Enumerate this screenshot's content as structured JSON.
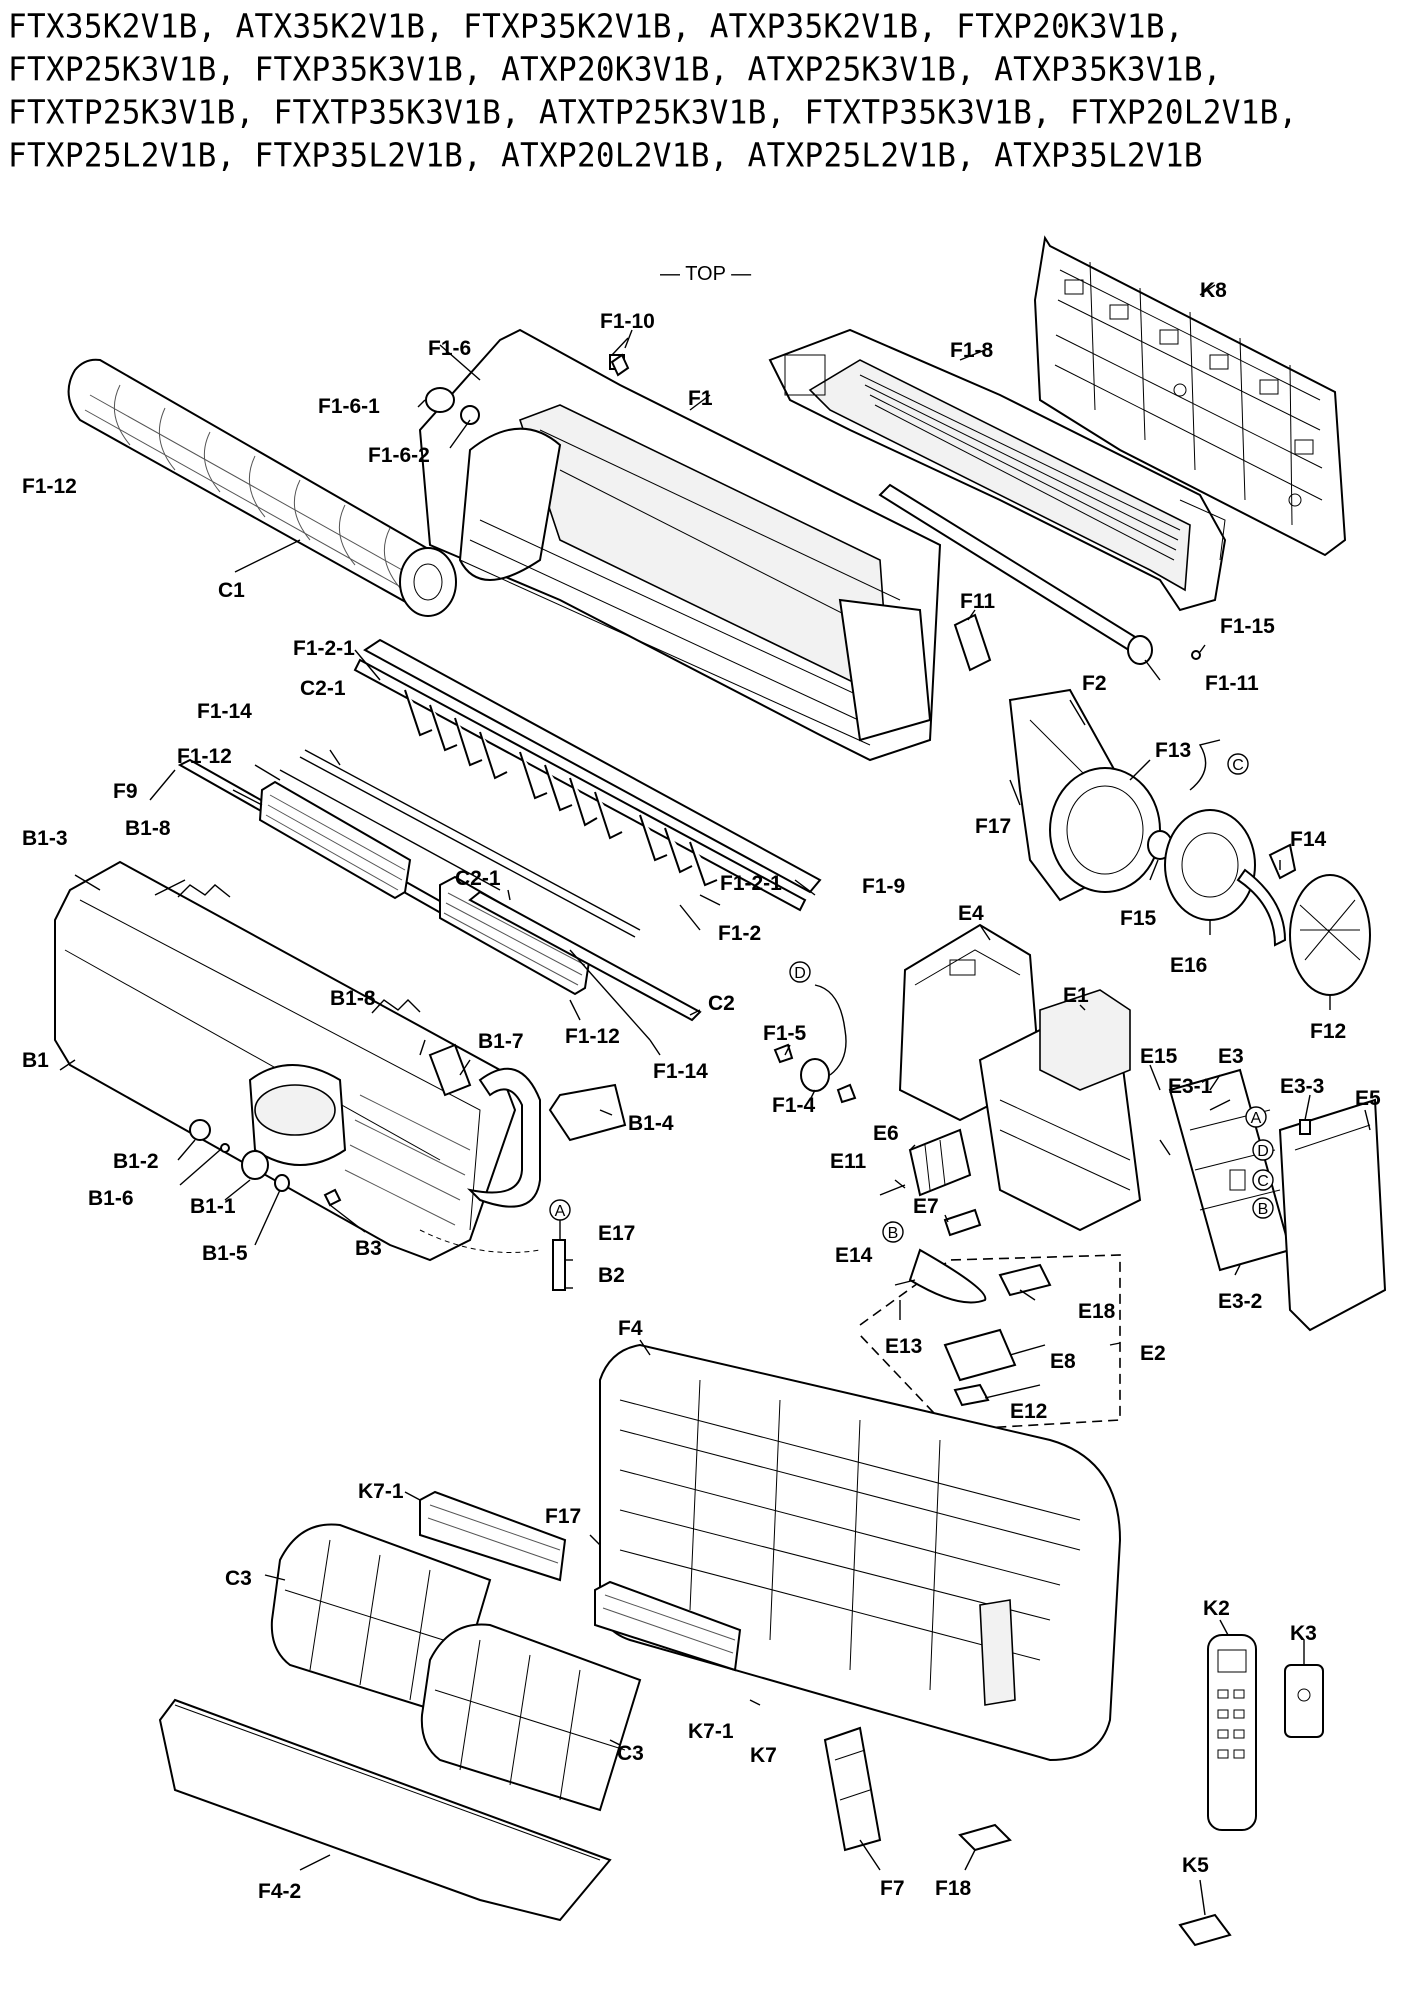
{
  "models": [
    "FTX35K2V1B,",
    "ATX35K2V1B,",
    "FTXP35K2V1B,",
    "ATXP35K2V1B,",
    "FTXP20K3V1B,",
    "FTXP25K3V1B,",
    "FTXP35K3V1B,",
    "ATXP20K3V1B,",
    "ATXP25K3V1B,",
    "ATXP35K3V1B,",
    "FTXTP25K3V1B,",
    "FTXTP35K3V1B,",
    "ATXTP25K3V1B,",
    "FTXTP35K3V1B,",
    "FTXP20L2V1B,",
    "FTXP25L2V1B,",
    "FTXP35L2V1B,",
    "ATXP20L2V1B,",
    "ATXP25L2V1B,",
    "ATXP35L2V1B"
  ],
  "top_label": "— TOP —",
  "labels": {
    "F1-10": "F1-10",
    "F1-6": "F1-6",
    "F1-6-1": "F1-6-1",
    "F1-6-2": "F1-6-2",
    "F1": "F1",
    "F1-8": "F1-8",
    "K8": "K8",
    "F1-12_top": "F1-12",
    "C1": "C1",
    "F11": "F11",
    "F1-15": "F1-15",
    "F1-11": "F1-11",
    "F1-2-1_top": "F1-2-1",
    "C2-1_top": "C2-1",
    "F1-14_top": "F1-14",
    "F1-12_mid": "F1-12",
    "F9": "F9",
    "B1-8_top": "B1-8",
    "B1-3": "B1-3",
    "C2-1_mid": "C2-1",
    "F1-2-1_mid": "F1-2-1",
    "F1-9": "F1-9",
    "F1-2": "F1-2",
    "C2": "C2",
    "F2": "F2",
    "F13": "F13",
    "F17_top": "F17",
    "F14": "F14",
    "F15": "F15",
    "E16": "E16",
    "F12": "F12",
    "E4": "E4",
    "E1": "E1",
    "E15": "E15",
    "E3": "E3",
    "E3-1": "E3-1",
    "E3-3": "E3-3",
    "E5": "E5",
    "B1-8_mid": "B1-8",
    "B1-7": "B1-7",
    "F1-12_low": "F1-12",
    "F1-14_low": "F1-14",
    "F1-5": "F1-5",
    "F1-4": "F1-4",
    "B1": "B1",
    "B1-4": "B1-4",
    "B1-2": "B1-2",
    "B1-6": "B1-6",
    "B1-1": "B1-1",
    "B1-5": "B1-5",
    "B3": "B3",
    "E17": "E17",
    "B2": "B2",
    "E6": "E6",
    "E11": "E11",
    "E7": "E7",
    "E14": "E14",
    "E18": "E18",
    "E13": "E13",
    "E8": "E8",
    "E2": "E2",
    "E12": "E12",
    "E3-2": "E3-2",
    "F4": "F4",
    "K7-1_top": "K7-1",
    "F17_low": "F17",
    "C3_left": "C3",
    "C3_right": "C3",
    "K7-1_low": "K7-1",
    "K7": "K7",
    "K2": "K2",
    "K3": "K3",
    "F7": "F7",
    "F18": "F18",
    "F4-2": "F4-2",
    "K5": "K5"
  },
  "connectors": {
    "A": "A",
    "B": "B",
    "C": "C",
    "D": "D"
  }
}
